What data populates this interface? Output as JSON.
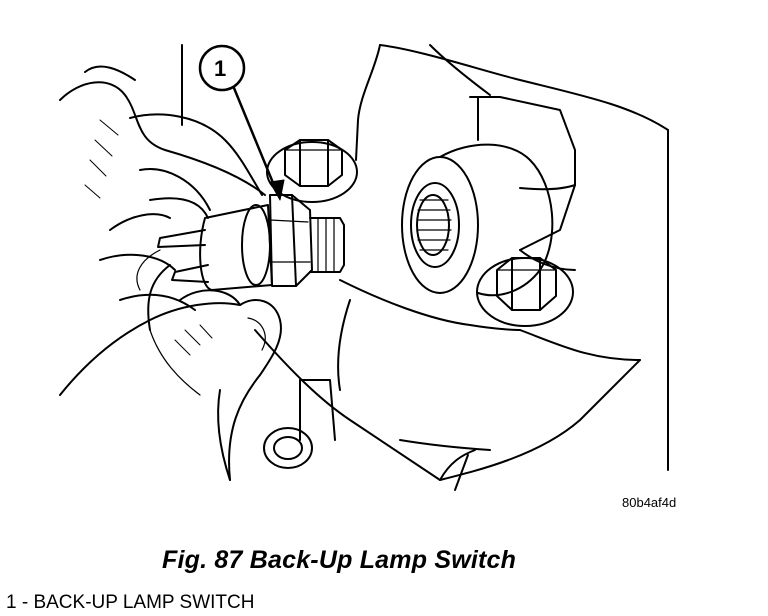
{
  "callouts": [
    {
      "number": "1"
    }
  ],
  "image_code": "80b4af4d",
  "figure": {
    "caption": "Fig. 87 Back-Up Lamp Switch"
  },
  "legend": [
    {
      "text": "1 - BACK-UP LAMP SWITCH"
    }
  ]
}
